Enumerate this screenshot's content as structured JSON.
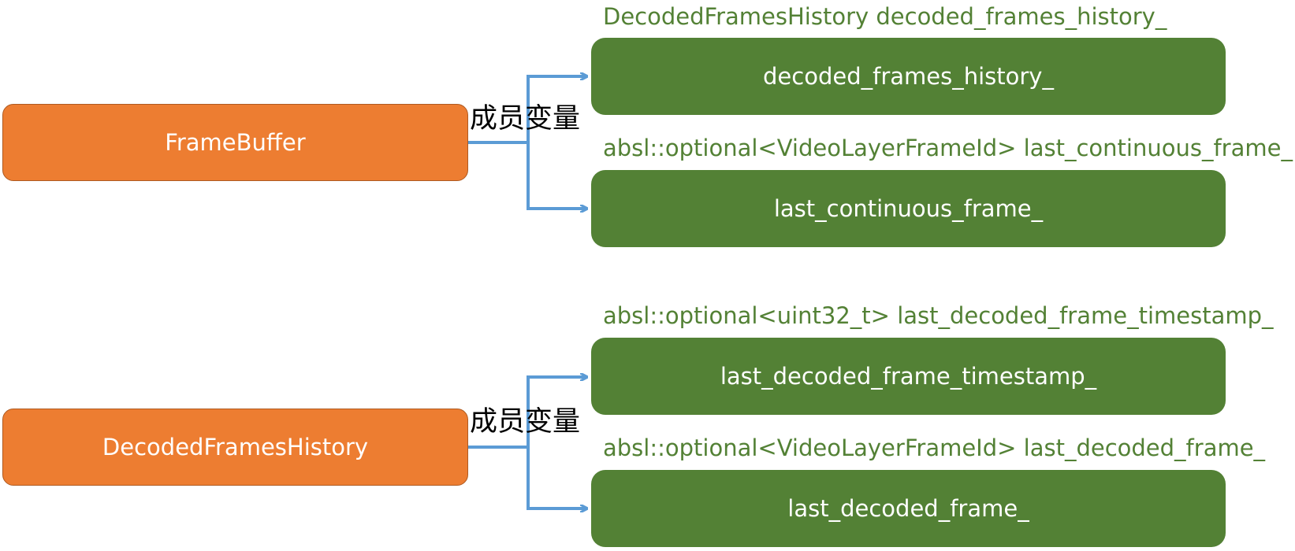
{
  "groups": [
    {
      "class_name": "FrameBuffer",
      "relation_label": "成员变量",
      "members": [
        {
          "declaration": "DecodedFramesHistory decoded_frames_history_",
          "name": "decoded_frames_history_"
        },
        {
          "declaration": "absl::optional<VideoLayerFrameId> last_continuous_frame_",
          "name": "last_continuous_frame_"
        }
      ]
    },
    {
      "class_name": "DecodedFramesHistory",
      "relation_label": "成员变量",
      "members": [
        {
          "declaration": "absl::optional<uint32_t> last_decoded_frame_timestamp_",
          "name": "last_decoded_frame_timestamp_"
        },
        {
          "declaration": "absl::optional<VideoLayerFrameId> last_decoded_frame_",
          "name": "last_decoded_frame_"
        }
      ]
    }
  ],
  "colors": {
    "class_box": "#ed7d31",
    "member_box": "#538135",
    "connector": "#5b9bd5"
  }
}
